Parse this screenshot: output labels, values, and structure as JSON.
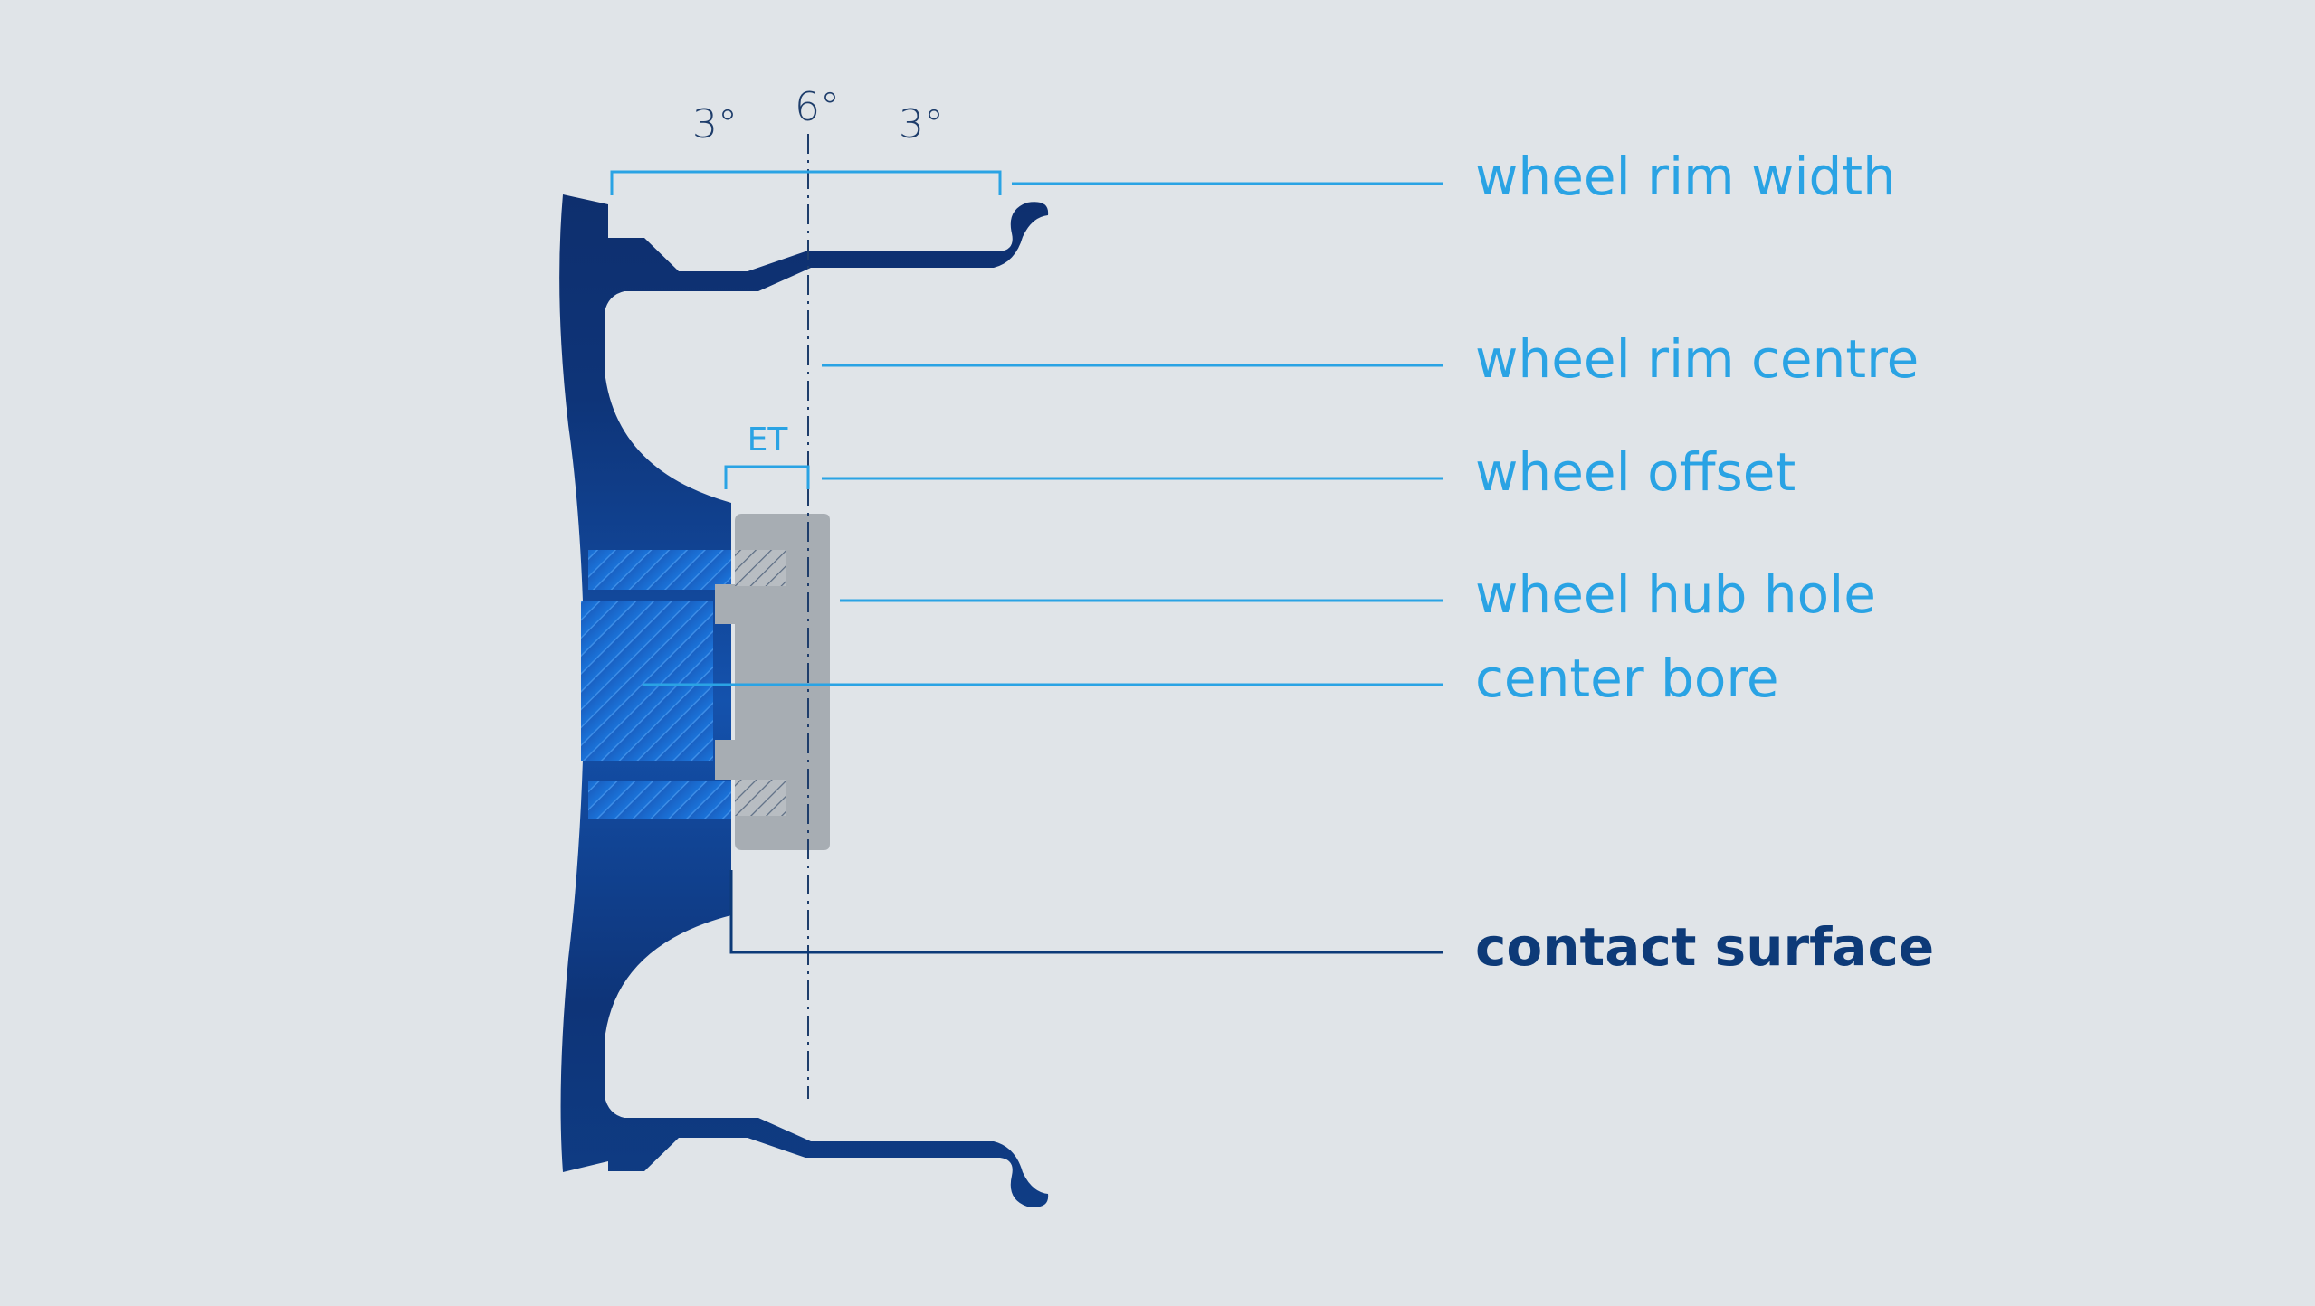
{
  "diagram": {
    "angles": {
      "left": "3°",
      "center": "6°",
      "right": "3°"
    },
    "offset_symbol": "ET",
    "labels": {
      "rim_width": "wheel rim width",
      "rim_centre": "wheel rim centre",
      "offset": "wheel offset",
      "hub_hole": "wheel hub hole",
      "center_bore": "center bore",
      "contact_surface": "contact surface"
    },
    "colors": {
      "background": "#e0e4e8",
      "rim_dark": "#0e2f6e",
      "rim_bright": "#1a63c9",
      "leader_light": "#2aa3e4",
      "leader_dark": "#0d3a78",
      "hub_grey": "#a7adb3",
      "angle_text": "#1e3d6b"
    }
  }
}
